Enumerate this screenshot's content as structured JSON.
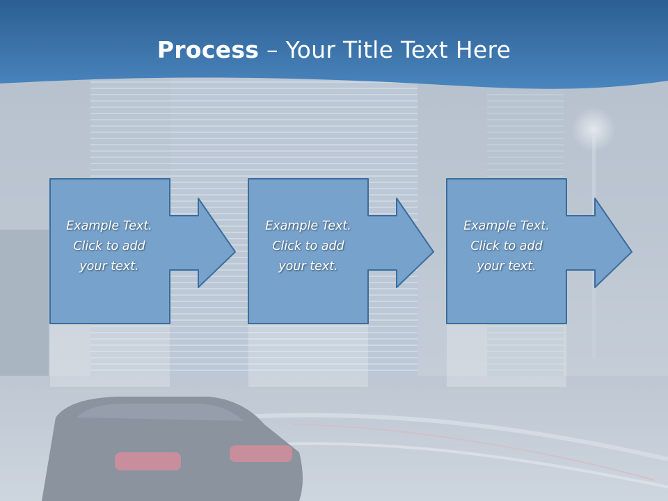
{
  "slide": {
    "title_bold": "Process",
    "title_rest": " – Your Title Text Here",
    "steps": [
      {
        "line1": "Example Text.",
        "line2": "Click  to add",
        "line3": "your text."
      },
      {
        "line1": "Example Text.",
        "line2": "Click  to add",
        "line3": "your text."
      },
      {
        "line1": "Example Text.",
        "line2": "Click  to add",
        "line3": "your text."
      }
    ]
  },
  "colors": {
    "header_band": "#3d73a8",
    "box_fill": "#76a2cc",
    "box_border": "#3c6d9c"
  }
}
